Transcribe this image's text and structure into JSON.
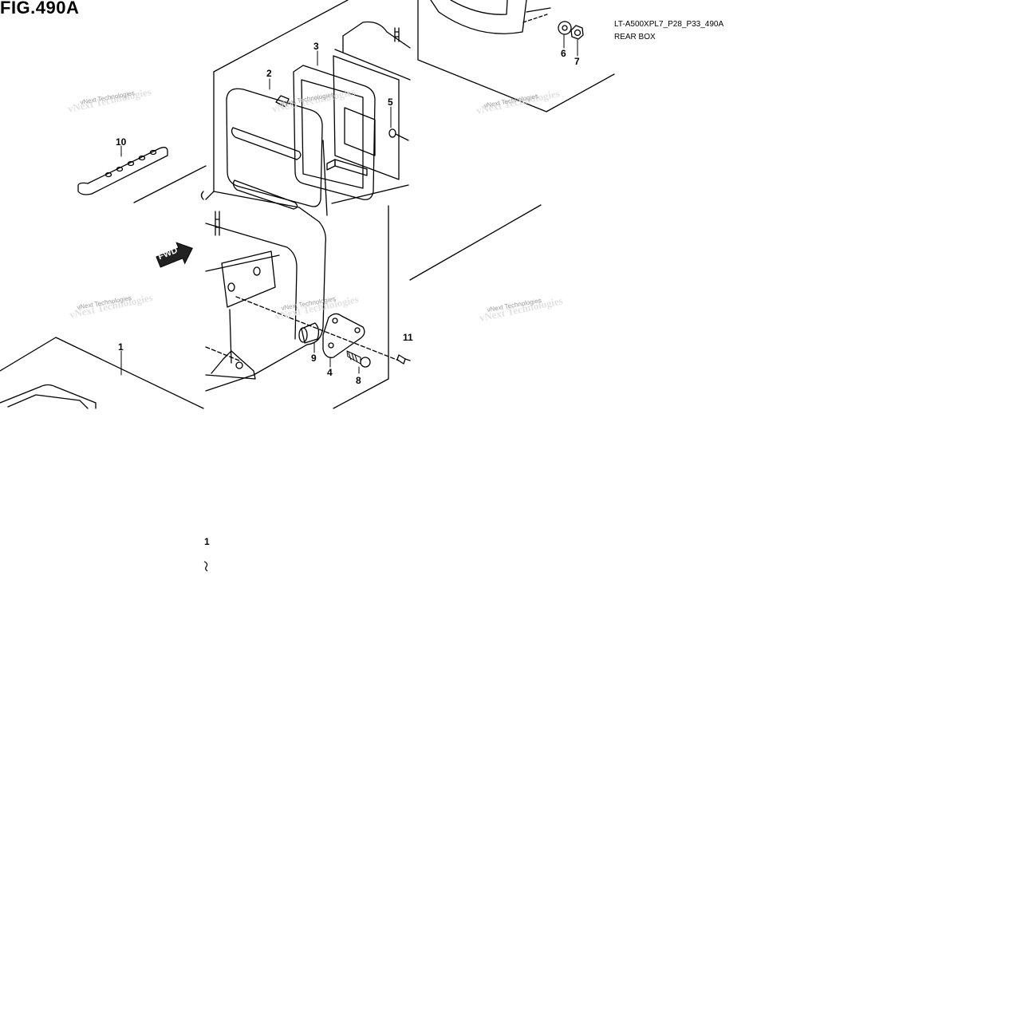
{
  "figure": {
    "title": "FIG.490A",
    "code": "LT-A500XPL7_P28_P33_490A",
    "name": "REAR BOX"
  },
  "fwd_label": "FWD",
  "watermark": "vNext Technologies",
  "callouts": [
    {
      "id": "1",
      "label": "1"
    },
    {
      "id": "2",
      "label": "2"
    },
    {
      "id": "3",
      "label": "3"
    },
    {
      "id": "4",
      "label": "4"
    },
    {
      "id": "5",
      "label": "5"
    },
    {
      "id": "6",
      "label": "6"
    },
    {
      "id": "7",
      "label": "7"
    },
    {
      "id": "8",
      "label": "8"
    },
    {
      "id": "9",
      "label": "9"
    },
    {
      "id": "10",
      "label": "10"
    },
    {
      "id": "11",
      "label": "11"
    }
  ],
  "stray_label": "1"
}
